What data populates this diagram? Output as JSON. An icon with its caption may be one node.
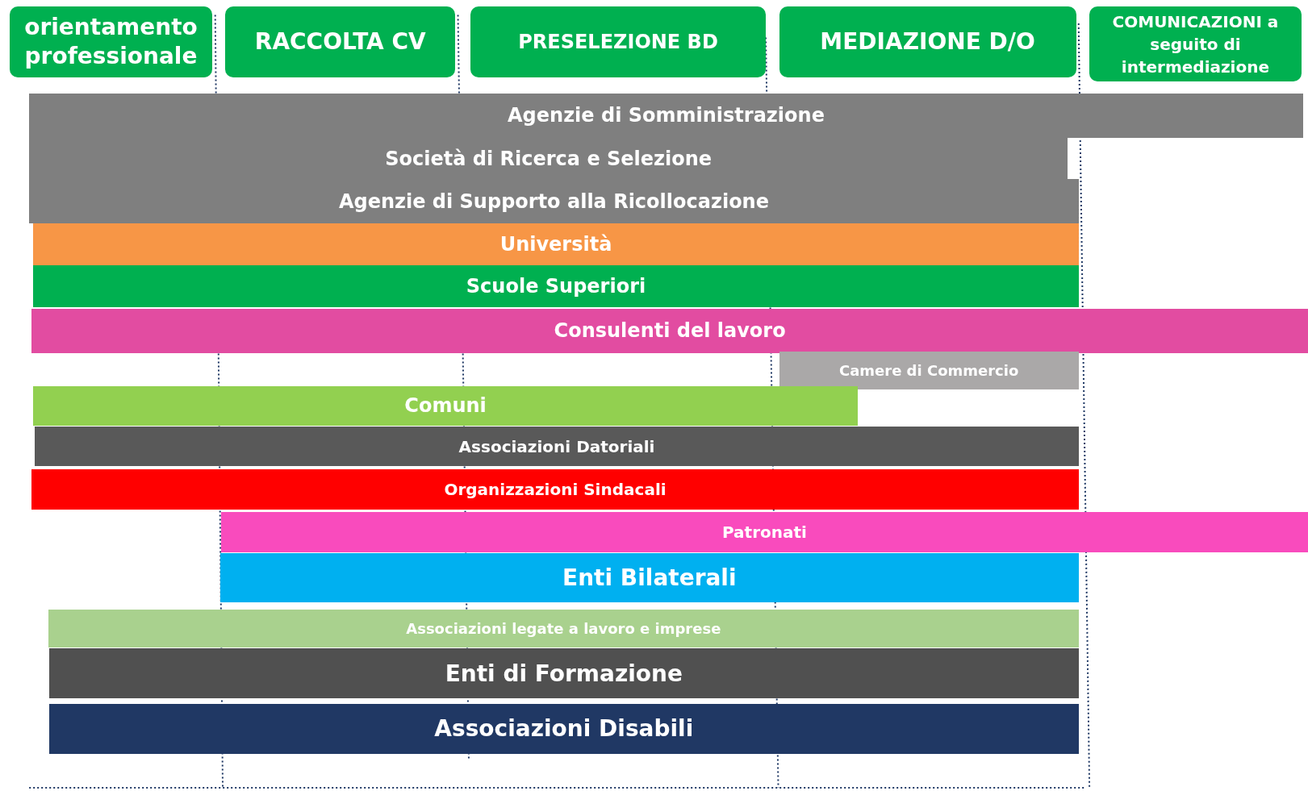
{
  "diagram": {
    "nodes": [
      {
        "text": [
          "orientamento professionale"
        ]
      },
      {
        "text": [
          "RACCOLTA CV"
        ]
      },
      {
        "text": [
          "PRESELEZIONE BD"
        ]
      },
      {
        "text": [
          "MEDIAZIONE D/O"
        ]
      },
      {
        "text": [
          "COMUNICAZIONI a seguito di intermediazione"
        ]
      },
      {
        "text": [
          "Agenzie di Somministrazione"
        ]
      },
      {
        "text": [
          "Società di Ricerca e Selezione"
        ]
      },
      {
        "text": [
          "Agenzie di Supporto alla Ricollocazione"
        ]
      },
      {
        "text": [
          "Università"
        ]
      },
      {
        "text": [
          "Scuole Superiori"
        ]
      },
      {
        "text": [
          "Consulenti del lavoro"
        ]
      },
      {
        "text": [
          "Camere di Commercio"
        ]
      },
      {
        "text": [
          "Comuni"
        ]
      },
      {
        "text": [
          "Associazioni Datoriali"
        ]
      },
      {
        "text": [
          "Organizzazioni Sindacali"
        ]
      },
      {
        "text": [
          "Patronati"
        ]
      },
      {
        "text": [
          "Enti Bilaterali"
        ]
      },
      {
        "text": [
          "Associazioni legate a lavoro e imprese"
        ]
      },
      {
        "text": [
          "Enti di Formazione"
        ]
      },
      {
        "text": [
          "Associazioni Disabili"
        ]
      }
    ]
  }
}
